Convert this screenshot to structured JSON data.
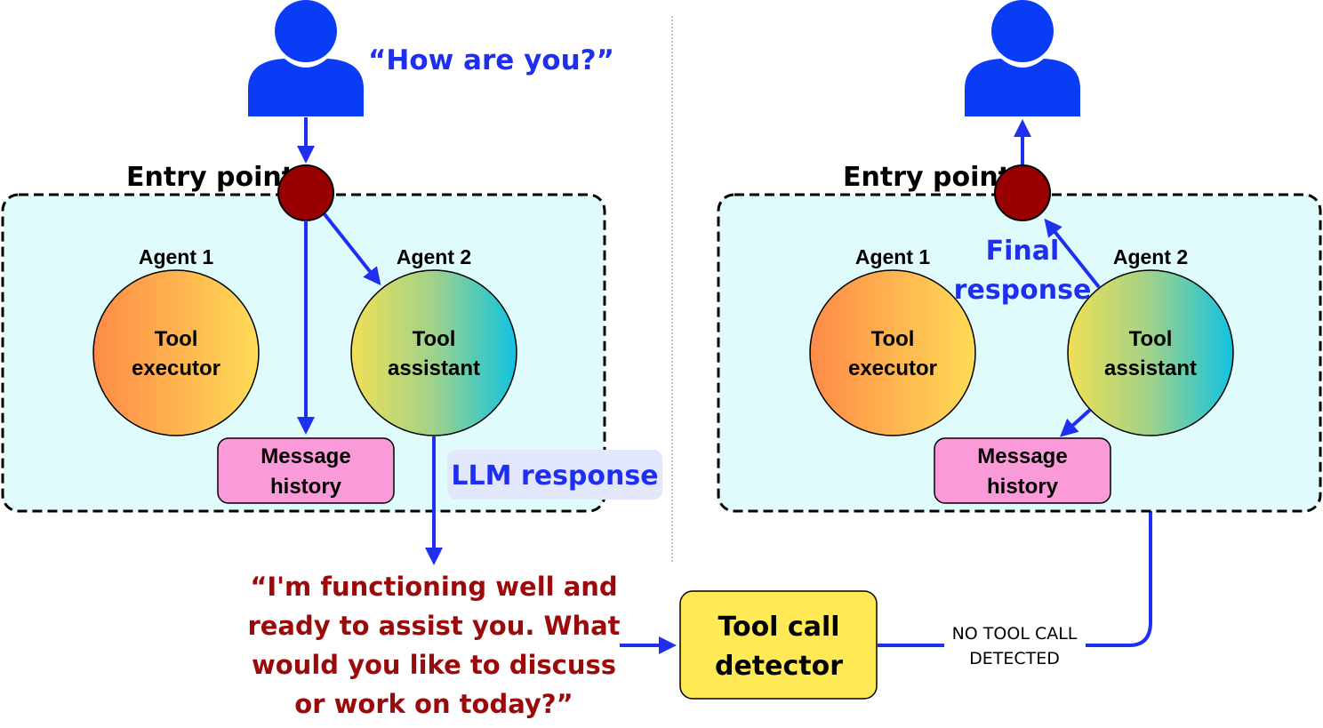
{
  "left_panel": {
    "user_query": "“How are you?”",
    "entry_label": "Entry point",
    "agent1": {
      "label": "Agent 1",
      "line1": "Tool",
      "line2": "executor"
    },
    "agent2": {
      "label": "Agent 2",
      "line1": "Tool",
      "line2": "assistant"
    },
    "message_history": {
      "line1": "Message",
      "line2": "history"
    },
    "llm_response_label": "LLM response",
    "llm_response_text": [
      "“I'm functioning well and",
      "ready to assist you. What",
      "would you like to discuss",
      "or work on today?”"
    ]
  },
  "tool_call_detector": {
    "line1": "Tool call",
    "line2": "detector"
  },
  "no_tool_call": {
    "line1": "NO TOOL CALL",
    "line2": "DETECTED"
  },
  "right_panel": {
    "entry_label": "Entry point",
    "agent1": {
      "label": "Agent 1",
      "line1": "Tool",
      "line2": "executor"
    },
    "agent2": {
      "label": "Agent 2",
      "line1": "Tool",
      "line2": "assistant"
    },
    "message_history": {
      "line1": "Message",
      "line2": "history"
    },
    "final_response": {
      "line1": "Final",
      "line2": "response"
    }
  },
  "colors": {
    "arrow_blue": "#1f2ff0",
    "user_icon_blue": "#0a3cf5",
    "entry_dot": "#990000",
    "panel_fill": "#dffbfc",
    "message_history_fill": "#fb9ad9",
    "detector_fill": "#ffe955",
    "response_text_red": "#9b0a0a",
    "llm_label_bg": "#e3e7fb"
  },
  "icons": [
    "user-icon",
    "user-icon"
  ]
}
